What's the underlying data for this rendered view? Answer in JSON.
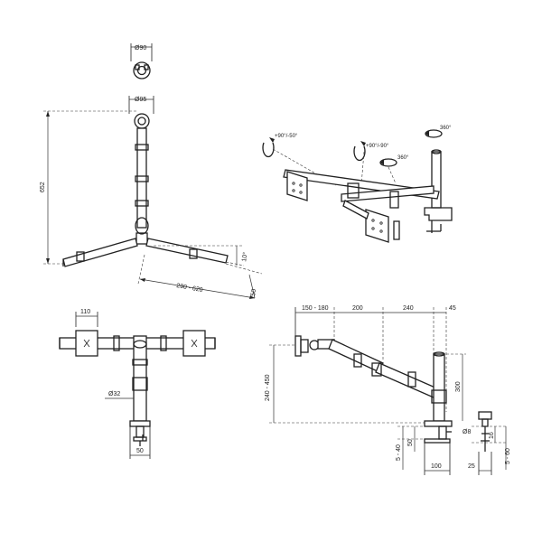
{
  "views": {
    "top_view": {
      "dia_top": "Ø90",
      "dia_clamp": "Ø95",
      "height": "652",
      "angle": "10°",
      "arm_range": "290 - 620",
      "offset": "50"
    },
    "perspective_view": {
      "rot_monitor": "+90°/-50°",
      "rot_joint": "+90°/-90°",
      "rot_elbow": "360°",
      "rot_pole": "360°"
    },
    "front_view": {
      "vesa_width": "110",
      "pole_dia": "Ø32",
      "clamp_width": "50"
    },
    "side_view": {
      "seg1": "150 - 180",
      "seg2": "200",
      "seg3": "240",
      "seg4": "45",
      "height_range": "240 - 450",
      "pole_height": "300",
      "clamp_range": "5 - 40",
      "clamp_offset": "50",
      "base_depth": "100",
      "bolt_dia": "Ø8",
      "bolt_gap": "16",
      "grommet_range": "5 - 60",
      "grommet_width": "25"
    }
  }
}
